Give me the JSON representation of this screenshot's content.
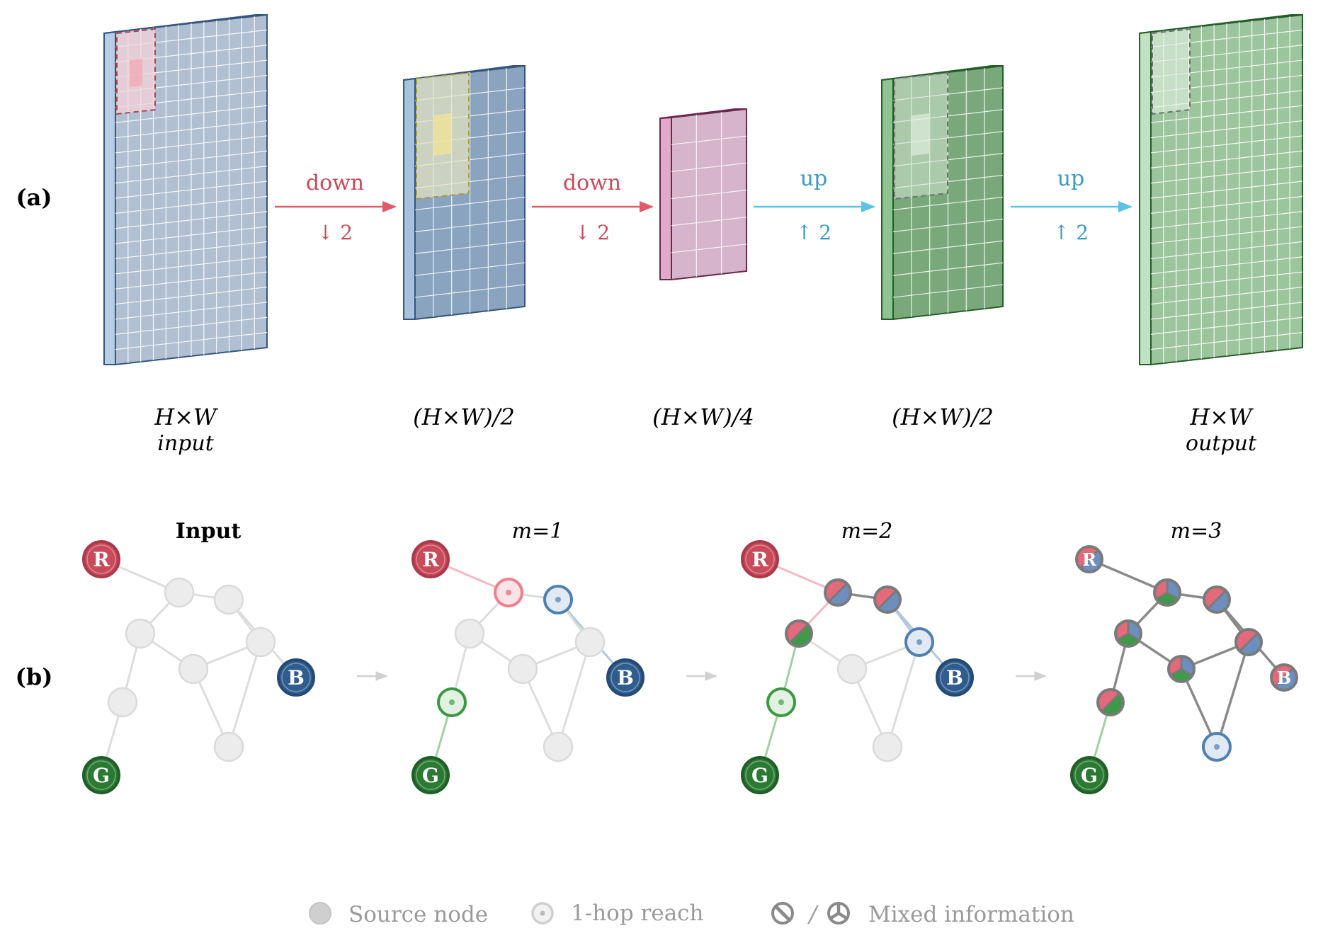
{
  "panel_a": {
    "label": "(a)",
    "blocks": [
      {
        "id": "input",
        "dims": "H×W",
        "sub": "input",
        "color": "blue",
        "shade": "light"
      },
      {
        "id": "down1",
        "dims": "(H×W)/2",
        "sub": "",
        "color": "blue",
        "shade": "dark"
      },
      {
        "id": "bottom",
        "dims": "(H×W)/4",
        "sub": "",
        "color": "pink",
        "shade": "light"
      },
      {
        "id": "up1",
        "dims": "(H×W)/2",
        "sub": "",
        "color": "green",
        "shade": "dark"
      },
      {
        "id": "output",
        "dims": "H×W",
        "sub": "output",
        "color": "green",
        "shade": "light"
      }
    ],
    "arrows": [
      {
        "word": "down",
        "factor": "↓ 2",
        "color": "#e05a6a"
      },
      {
        "word": "down",
        "factor": "↓ 2",
        "color": "#e05a6a"
      },
      {
        "word": "up",
        "factor": "↑ 2",
        "color": "#3a9ac0"
      },
      {
        "word": "up",
        "factor": "↑ 2",
        "color": "#3a9ac0"
      }
    ]
  },
  "panel_b": {
    "label": "(b)",
    "stages": [
      {
        "title": "Input"
      },
      {
        "title": "m=1"
      },
      {
        "title": "m=2"
      },
      {
        "title": "m=3"
      }
    ],
    "source_letters": {
      "red": "R",
      "blue": "B",
      "green": "G"
    },
    "legend": {
      "source": "Source node",
      "hop": "1-hop reach",
      "slash": "/",
      "mixed": "Mixed information"
    }
  },
  "colors": {
    "red": "#c94a5a",
    "blue": "#2f5d8e",
    "green": "#2b7a33",
    "gray_node": "#e6e6e6",
    "gray_edge": "#d8d8d8",
    "mixed_edge": "#8a8a8a"
  }
}
